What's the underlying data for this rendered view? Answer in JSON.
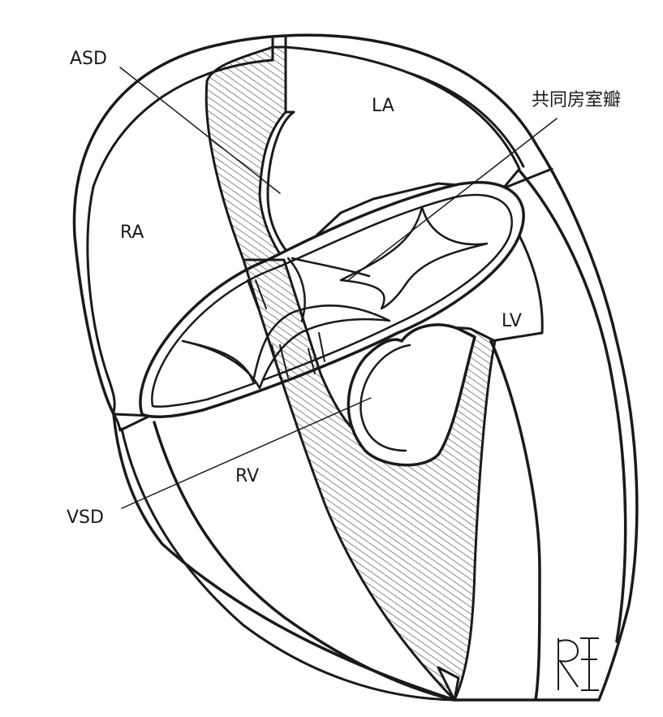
{
  "labels": {
    "asd": "ASD",
    "la": "LA",
    "common_av_valve": "共同房室瓣",
    "ra": "RA",
    "lv": "LV",
    "rv": "RV",
    "vsd": "VSD"
  },
  "colors": {
    "stroke": "#1a1a1a",
    "fill": "#ffffff",
    "hatch": "#1a1a1a"
  }
}
